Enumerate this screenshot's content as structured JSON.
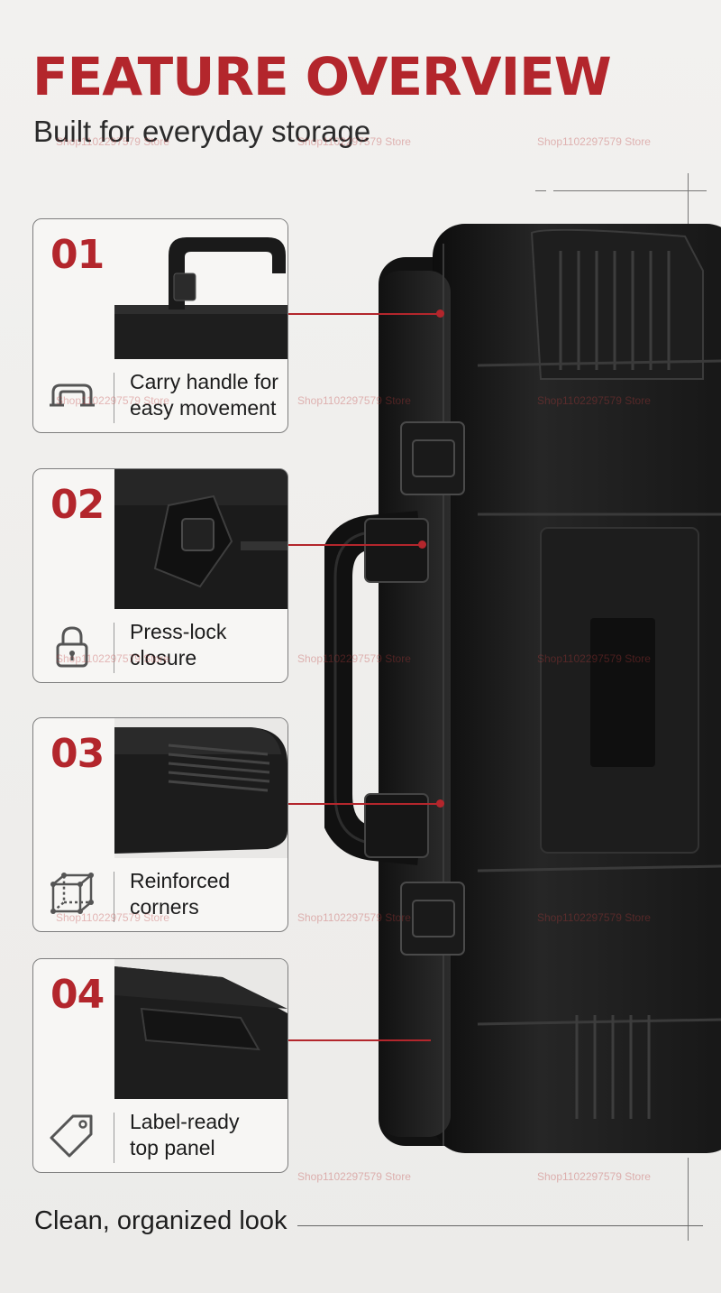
{
  "header": {
    "title": "FEATURE OVERVIEW",
    "subtitle": "Built for everyday storage"
  },
  "features": [
    {
      "number": "01",
      "line1": "Carry handle for",
      "line2": "easy movement",
      "icon": "handle-icon"
    },
    {
      "number": "02",
      "line1": "Press-lock",
      "line2": "closure",
      "icon": "padlock-icon"
    },
    {
      "number": "03",
      "line1": "Reinforced",
      "line2": "corners",
      "icon": "cube-corners-icon"
    },
    {
      "number": "04",
      "line1": "Label-ready",
      "line2": "top panel",
      "icon": "tag-icon"
    }
  ],
  "footer": {
    "text": "Clean, organized look"
  },
  "watermark": {
    "text": "Shop1102297579 Store"
  },
  "colors": {
    "accent": "#b3262c",
    "background": "#efeeec",
    "case": "#1a1a1a"
  }
}
